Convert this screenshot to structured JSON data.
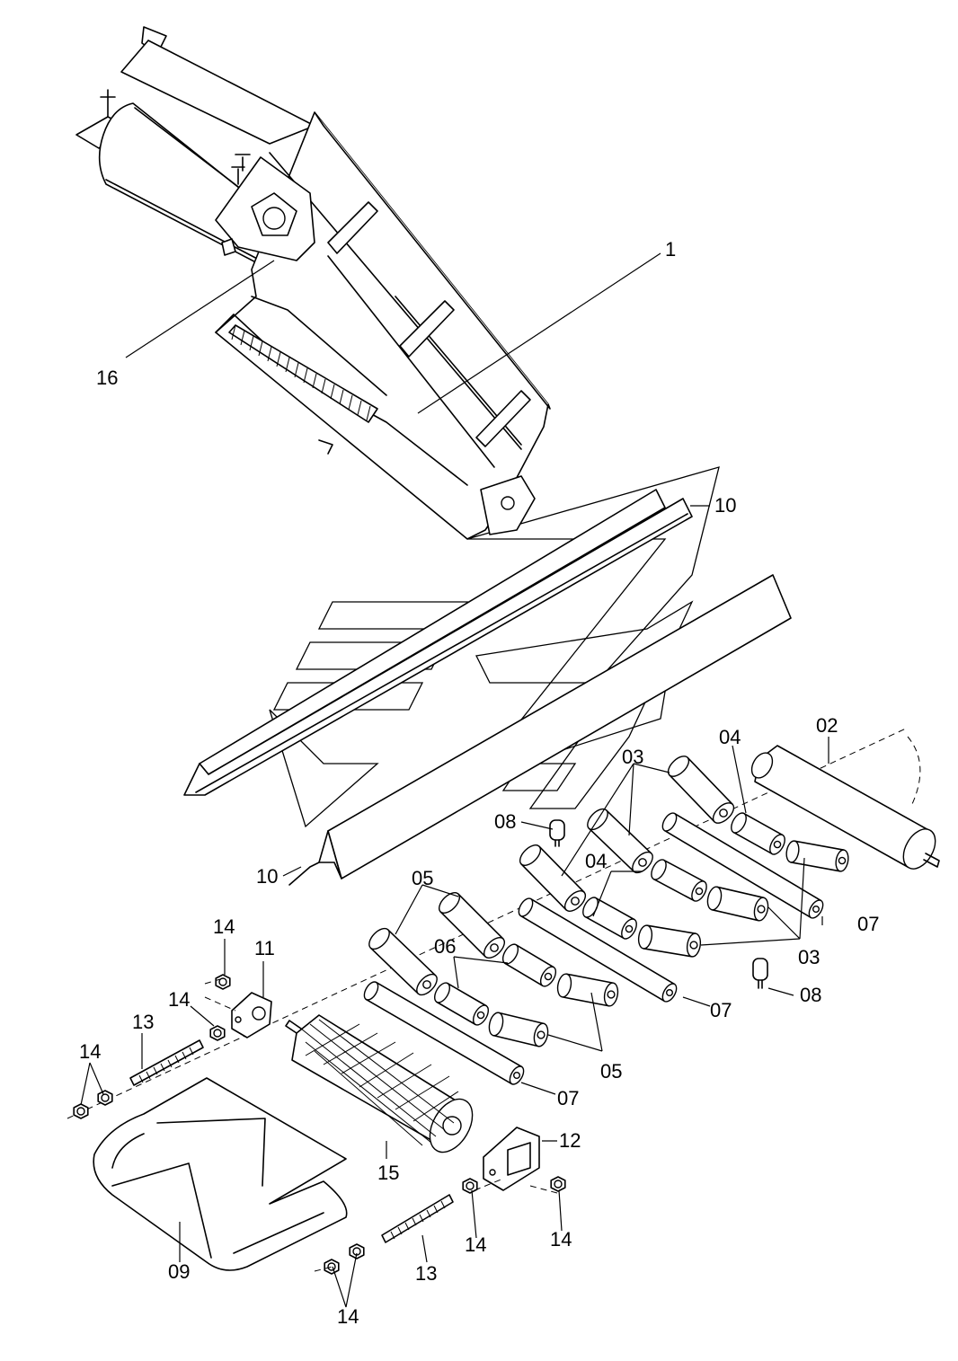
{
  "labels": {
    "l1": "1",
    "l16": "16",
    "l10a": "10",
    "l10b": "10",
    "l02": "02",
    "l03a": "03",
    "l03b": "03",
    "l04a": "04",
    "l04b": "04",
    "l05a": "05",
    "l05b": "05",
    "l06": "06",
    "l07a": "07",
    "l07b": "07",
    "l07c": "07",
    "l08a": "08",
    "l08b": "08",
    "l09": "09",
    "l11": "11",
    "l12": "12",
    "l13a": "13",
    "l13b": "13",
    "l14a": "14",
    "l14b": "14",
    "l14c": "14",
    "l14d": "14",
    "l14e": "14",
    "l14f": "14",
    "l15": "15"
  }
}
